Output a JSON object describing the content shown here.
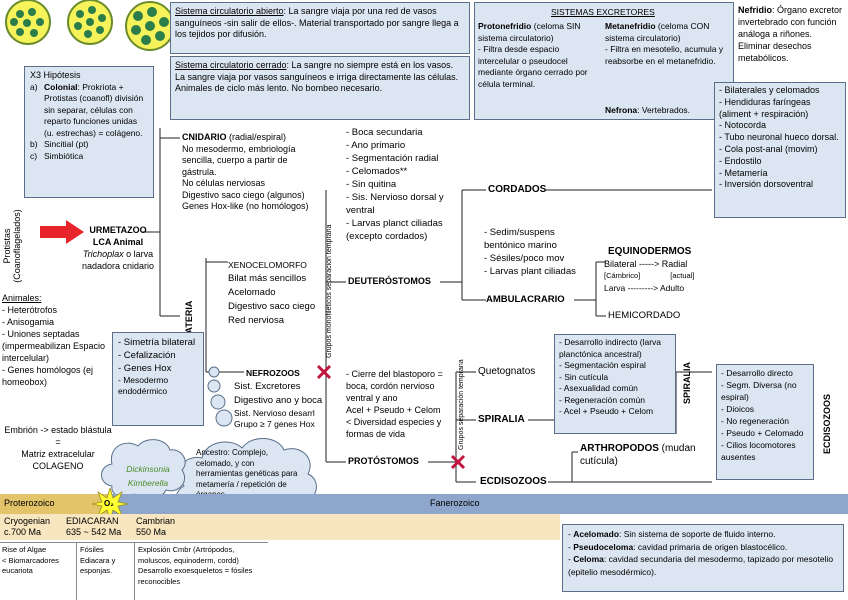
{
  "cells_icons": [
    "cell-colony-1",
    "cell-colony-2",
    "cell-colony-3"
  ],
  "box_abierto": {
    "title": "Sistema circulatorio abierto",
    "text": ": La sangre viaja por una red de vasos sanguíneos -sin salir de ellos-. Material transportado por sangre llega a los tejidos por difusión."
  },
  "box_cerrado": {
    "title": "Sistema circulatorio cerrado",
    "text": ": La sangre no siempre está en los vasos. La sangre viaja por vasos sanguíneos e irriga directamente las células. Animales de ciclo más lento. No bombeo necesario."
  },
  "excretores": {
    "title": "SISTEMAS EXCRETORES",
    "proto_title": "Protonefridio",
    "proto_text": "(celoma SIN sistema circulatorio)\n- Filtra desde espacio intercelular o pseudocel mediante órgano cerrado por célula terminal.",
    "meta_title": "Metanefridio",
    "meta_text": "(celoma CON sistema circulatorio)\n- Filtra en mesotelio, acumula y reabsorbe en el metanefridio.",
    "nefrona_title": "Nefrona",
    "nefrona_text": ": Vertebrados."
  },
  "nefridio": {
    "title": "Nefridio",
    "text": ": Órgano excretor invertebrado con función análoga a riñones. Eliminar desechos metabólicos."
  },
  "hipotesis": {
    "title": "X3 Hipótesis",
    "a_title": "Colonial",
    "a_text": ": Prokriota + Protistas (coanofl) división sin separar, células con reparto funciones unidas (u. estrechas) = colágeno.",
    "b": "Sincitial (pt)",
    "c": "Simbiótica",
    "a_marker": "a)",
    "b_marker": "b)",
    "c_marker": "c)"
  },
  "protistas_label": "Protistas (Coanoflagelados)",
  "urmetazoo": {
    "title": "URMETAZOO",
    "subtitle": "LCA Animal",
    "species": "Trichoplax",
    "rest": " o larva nadadora cnidario"
  },
  "animales": {
    "title": "Animales:",
    "items": [
      "- Heterótrofos",
      "- Anisogamia",
      "- Uniones septadas (impermeabilizan Espacio intercelular)",
      "- Genes homólogos (ej homeobox)"
    ]
  },
  "embrion": {
    "lines": [
      "Embrión -> estado blástula",
      "=",
      "Matriz extracelular COLAGENO"
    ]
  },
  "cnidario": {
    "title": "CNIDARIO",
    "qual": " (radial/espiral)",
    "items": [
      "No mesodermo, embriología sencilla, cuerpo a partir de gástrula.",
      "No células nerviosas",
      "Digestivo saco ciego (algunos)",
      "Genes Hox-like (no homólogos)"
    ]
  },
  "bilateria_label": "BILATERIA",
  "bilateria_box": {
    "items": [
      "- Simetría bilateral",
      "- Cefalización",
      "- Genes Hox",
      "- Mesodermo endodérmico"
    ]
  },
  "xenocelomorfo": {
    "title": "XENOCELOMORFO",
    "items": [
      "Bilat más sencillos",
      "Acelomado",
      "Digestivo saco ciego",
      "Red nerviosa"
    ]
  },
  "nefrozoos": {
    "title": "NEFROZOOS",
    "items": [
      "Sist. Excretores",
      "Digestivo ano y boca",
      "Sist. Nervioso desarrl",
      "Grupo ≥ 7 genes Hox"
    ]
  },
  "grupos_mono": "Grupos monofiléticos separación temprana",
  "grupos_sep": "Grupos separación temprana",
  "deutero_list": [
    "- Boca secundaria",
    "- Ano primario",
    "- Segmentación radial",
    "- Celomados**",
    "- Sin quitina",
    "- Sis. Nervioso dorsal y ventral",
    "- Larvas planct ciliadas (excepto cordados)"
  ],
  "deuterostomos": "DEUTERÓSTOMOS",
  "cordados": "CORDADOS",
  "cordados_box": [
    "- Bilaterales y celomados",
    "- Hendiduras faríngeas (aliment + respiración)",
    "- Notocorda",
    "- Tubo neuronal hueco dorsal.",
    "- Cola post-anal (movim)",
    "- Endostilo",
    "- Metamería",
    "- Inversión dorsoventral"
  ],
  "ambulacrario_list": [
    "- Sedim/suspens bentónico marino",
    "- Sésiles/poco mov",
    "- Larvas plant ciliadas"
  ],
  "ambulacrario": "AMBULACRARIO",
  "equinodermos": {
    "title": "EQUINODERMOS",
    "bilateral": "Bilateral",
    "arrow1": "-----> Radial",
    "cambrico": "[Cámbrico]",
    "actual": "[actual]",
    "larva": "Larva",
    "arrow2": "---------> Adulto"
  },
  "hemicordado": "HEMICORDADO",
  "proto_list": [
    "- Cierre del blastoporo = boca, cordón nervioso ventral y ano",
    "Acel + Pseudo + Celom",
    "< Diversidad especies y formas de vida"
  ],
  "protostomos": "PROTÓSTOMOS",
  "quetognatos": "Quetognatos",
  "spiralia": "SPIRALIA",
  "spiralia_box": [
    "- Desarrollo indirecto (larva planctónica ancestral)",
    "- Segmentación espiral",
    "- Sin cutícula",
    "- Asexualidad común",
    "- Regeneración común",
    "- Acel + Pseudo + Celom"
  ],
  "spiralia_label": "SPIRALIA",
  "ecdisozoos": "ECDISOZOOS",
  "arthropodos": {
    "title": "ARTHROPODOS",
    "rest": " (mudan cutícula)"
  },
  "ecdiso_box": [
    "- Desarrollo directo",
    "- Segm. Diversa (no espiral)",
    "- Dioicos",
    "- No regeneración",
    "- Pseudo + Celomado",
    "- Cilios locomotores ausentes"
  ],
  "ecdiso_label": "ECDISOZOOS",
  "ancestro": "Ancestro: Complejo, celomado, y con herramientas genéticas para metamería / repetición de órganos.",
  "dickinsonia": "Dickinsonia",
  "kimberella": "Kimberella",
  "o2": "O₂",
  "timeline": {
    "proterozoico": "Proterozoico",
    "fanerozoico": "Fanerozoico",
    "cryogenian": "Cryogenian",
    "cryo_date": "c.700 Ma",
    "ediacaran": "EDIACARAN",
    "edia_date": "635 ~ 542 Ma",
    "cambrian": "Cambrian",
    "camb_date": "550 Ma"
  },
  "bottom_notes": {
    "algae": "Rise of Algae\n< Biomarcadores eucariota",
    "fosiles": "Fósiles Ediacara y esponjas.",
    "explosion": "Explosión Cmbr (Artrópodos, moluscos, equinoderm, cordd)\nDesarrollo exoesqueletos = fósiles reconocibles"
  },
  "defs": [
    {
      "term": "Acelomado",
      "text": ": Sin sistema de soporte de fluido interno."
    },
    {
      "term": "Pseudoceloma",
      "text": ": cavidad primaria de origen blastocélico."
    },
    {
      "term": "Celoma",
      "text": ": cavidad secundaria del mesodermo, tapizado por mesotelio (epitelio mesodérmico)."
    }
  ],
  "colors": {
    "box": "#dce6f2",
    "border": "#5a6f8a",
    "timeline": "#8fa6cc",
    "tan": "#f7e6bf",
    "arrow": "#e8242b",
    "cross": "#c0143c"
  }
}
